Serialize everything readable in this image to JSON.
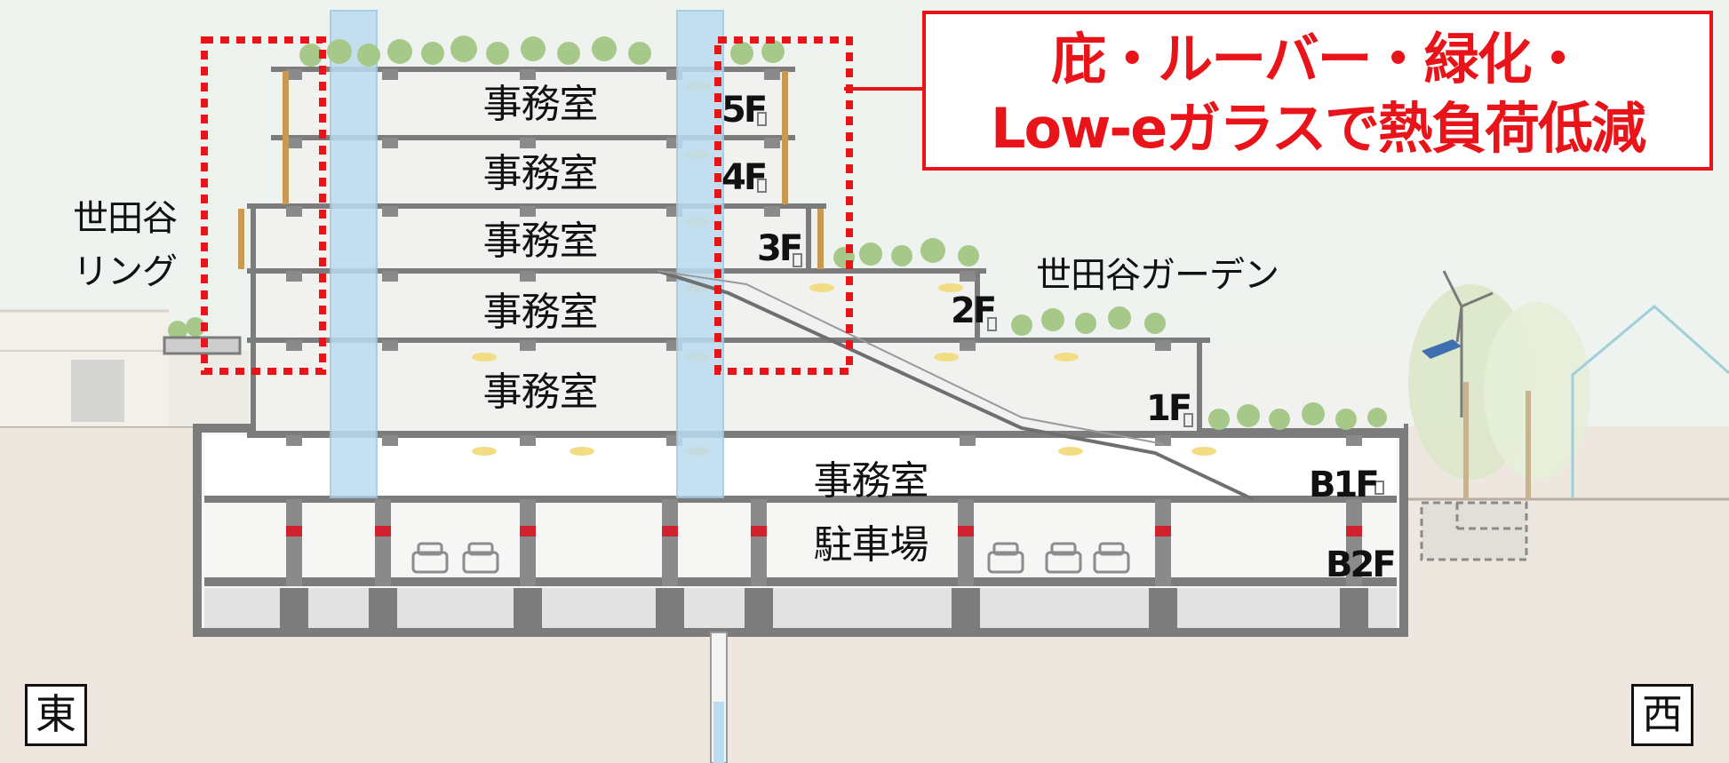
{
  "callout": {
    "line1": "庇・ルーバー・緑化・",
    "line2": "Low-eガラスで熱負荷低減",
    "color": "#e8141a"
  },
  "labels": {
    "ring": [
      "世田谷",
      "リング"
    ],
    "garden": "世田谷ガーデン",
    "east": "東",
    "west": "西"
  },
  "floors": [
    {
      "floor": "5F",
      "room": "事務室"
    },
    {
      "floor": "4F",
      "room": "事務室"
    },
    {
      "floor": "3F",
      "room": "事務室"
    },
    {
      "floor": "2F",
      "room": "事務室"
    },
    {
      "floor": "1F",
      "room": "事務室"
    },
    {
      "floor": "B1F",
      "room": "事務室"
    },
    {
      "floor": "B2F",
      "room": "駐車場"
    }
  ],
  "colors": {
    "sky": "#eef3f0",
    "ground": "#ede7df",
    "building": "#f1f1ef",
    "structure": "#7c7c7c",
    "light_well": "#bcdcef",
    "greenery": "#a6c98a",
    "louver": "#c99a52",
    "highlight": "#e8141a"
  }
}
